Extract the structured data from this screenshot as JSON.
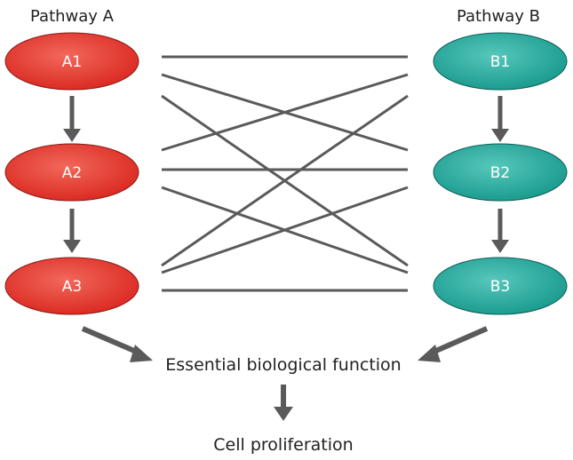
{
  "diagram": {
    "pathway_a": {
      "title": "Pathway A",
      "nodes": [
        "A1",
        "A2",
        "A3"
      ],
      "color_light": "#f2685a",
      "color_dark": "#d9261f"
    },
    "pathway_b": {
      "title": "Pathway B",
      "nodes": [
        "B1",
        "B2",
        "B3"
      ],
      "color_light": "#57c7bb",
      "color_dark": "#17988c"
    },
    "function_label": "Essential biological function",
    "outcome_label": "Cell proliferation",
    "connector_color": "#5a5a5a",
    "connections": [
      [
        "A1",
        "B1"
      ],
      [
        "A1",
        "B2"
      ],
      [
        "A1",
        "B3"
      ],
      [
        "A2",
        "B1"
      ],
      [
        "A2",
        "B2"
      ],
      [
        "A2",
        "B3"
      ],
      [
        "A3",
        "B1"
      ],
      [
        "A3",
        "B2"
      ],
      [
        "A3",
        "B3"
      ]
    ]
  }
}
